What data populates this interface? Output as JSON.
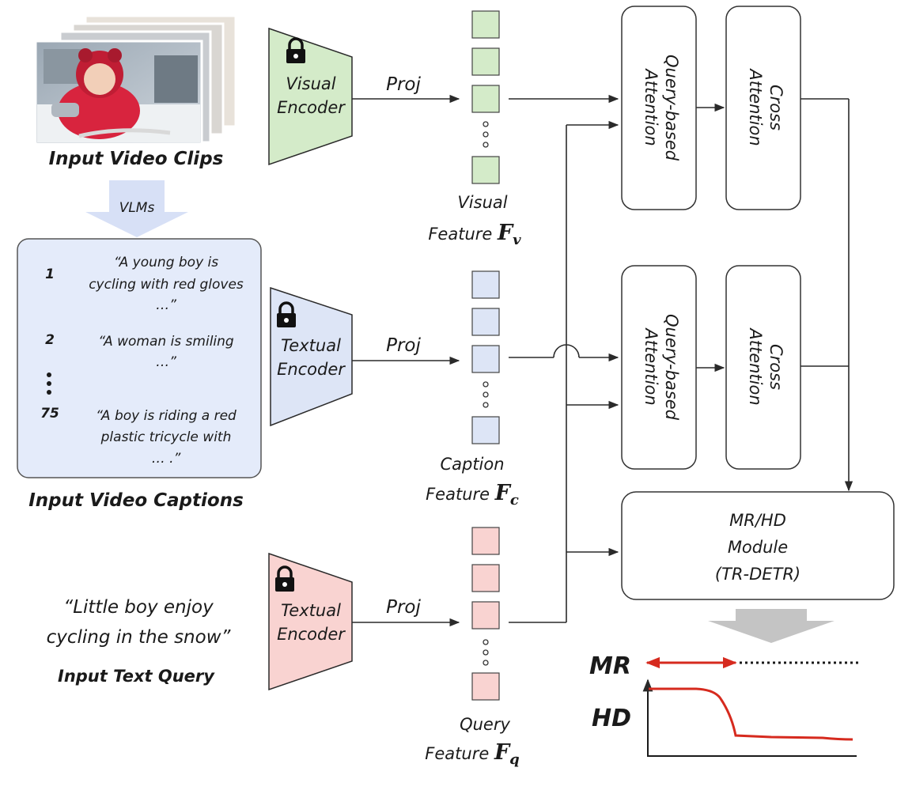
{
  "colors": {
    "visual": "#d4ebc9",
    "caption": "#dde5f6",
    "query": "#f9d3d1",
    "caption_panel": "#e4ebfa",
    "vlm_arrow": "#d7e0f6",
    "mr_arrow": "#d62a1e",
    "hd_curve": "#d62a1e",
    "gray_arrow": "#c4c4c4",
    "line": "#2a2a2a"
  },
  "icons": {
    "lock": "lock-icon"
  },
  "video": {
    "label": "Input Video Clips"
  },
  "vlm_label": "VLMs",
  "captions": {
    "label": "Input Video Captions",
    "items": [
      {
        "num": "1",
        "lines": [
          "“A young boy is",
          "cycling with red gloves",
          "…”"
        ]
      },
      {
        "num": "2",
        "lines": [
          "“A woman is smiling",
          "…”"
        ]
      },
      {
        "num": "75",
        "lines": [
          "“A boy is riding a red",
          "plastic tricycle with",
          "… .”"
        ]
      }
    ]
  },
  "query": {
    "lines": [
      "“Little boy enjoy",
      "cycling in the snow”"
    ],
    "label": "Input Text Query"
  },
  "encoders": {
    "visual": [
      "Visual",
      "Encoder"
    ],
    "textual_caption": [
      "Textual",
      "Encoder"
    ],
    "textual_query": [
      "Textual",
      "Encoder"
    ]
  },
  "proj": "Proj",
  "features": {
    "visual": {
      "line1": "Visual",
      "line2": "Feature",
      "symbol": "F",
      "sub": "v"
    },
    "caption": {
      "line1": "Caption",
      "line2": "Feature",
      "symbol": "F",
      "sub": "c"
    },
    "query": {
      "line1": "Query",
      "line2": "Feature",
      "symbol": "F",
      "sub": "q"
    }
  },
  "attention": {
    "query_based": [
      "Query-based",
      "Attention"
    ],
    "cross": [
      "Cross",
      "Attention"
    ]
  },
  "module": [
    "MR/HD",
    "Module",
    "(TR-DETR)"
  ],
  "outputs": {
    "mr": "MR",
    "hd": "HD"
  }
}
